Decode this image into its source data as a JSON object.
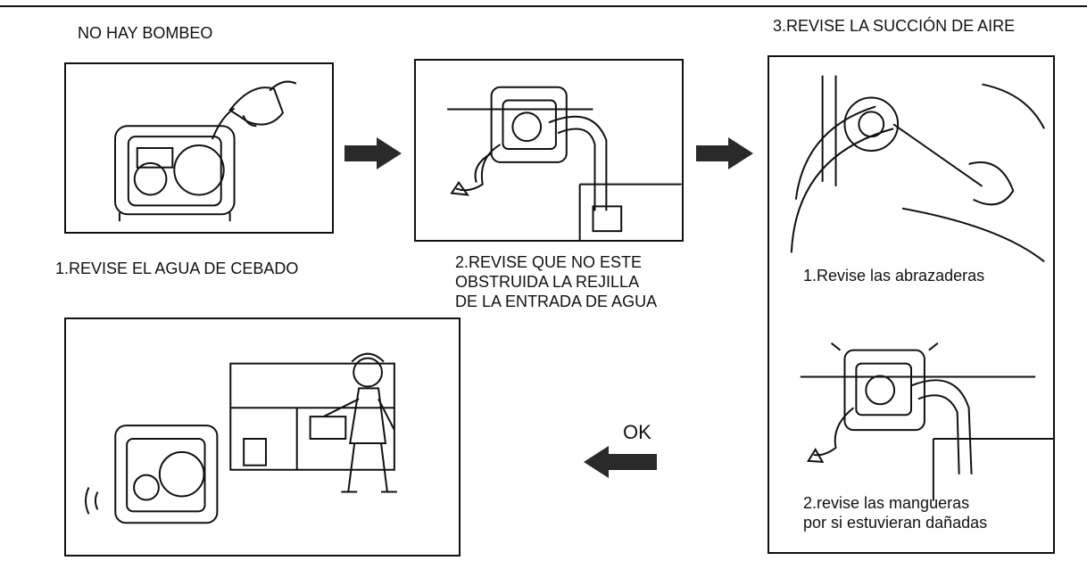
{
  "header": {
    "left_title": "NO HAY BOMBEO",
    "right_title": "3.REVISE LA SUCCIÓN DE AIRE"
  },
  "steps": [
    {
      "label": "1.REVISE EL AGUA DE CEBADO"
    },
    {
      "label": "2.REVISE QUE NO ESTE\nOBSTRUIDA LA REJILLA\nDE LA ENTRADA DE AGUA"
    }
  ],
  "air_check": {
    "clamps_label": "1.Revise las abrazaderas",
    "hoses_label": "2.revise las mangueras\npor si estuvieran dañadas"
  },
  "result": {
    "ok_label": "OK"
  },
  "colors": {
    "line": "#111111",
    "background": "#ffffff"
  }
}
